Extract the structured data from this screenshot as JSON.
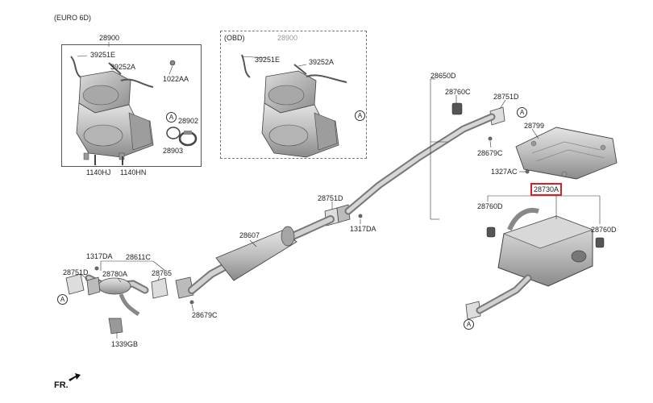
{
  "header": {
    "variant": "(EURO 6D)",
    "obd_tag": "(OBD)"
  },
  "footer": {
    "fr": "FR."
  },
  "ref_marker": "A",
  "labels": {
    "p28900": "28900",
    "p39251e_a": "39251E",
    "p39252a_a": "39252A",
    "p1022aa": "1022AA",
    "p28902": "28902",
    "p28903": "28903",
    "p1140hj": "1140HJ",
    "p1140hn": "1140HN",
    "p28900_obd": "28900",
    "p39251e_b": "39251E",
    "p39252a_b": "39252A",
    "p28650d": "28650D",
    "p28760c": "28760C",
    "p28751d_a": "28751D",
    "p28799": "28799",
    "p28679c_a": "28679C",
    "p1327ac": "1327AC",
    "p28730a": "28730A",
    "p28760d_a": "28760D",
    "p28760d_b": "28760D",
    "p28751d_b": "28751D",
    "p1317da_a": "1317DA",
    "p28607": "28607",
    "p1317da_b": "1317DA",
    "p28611c": "28611C",
    "p28751d_c": "28751D",
    "p28780a": "28780A",
    "p28765": "28765",
    "p28679c_b": "28679C",
    "p1339gb": "1339GB"
  },
  "colors": {
    "highlight": "#d81f26",
    "part_fill": "#c9c9c9",
    "part_shadow": "#8e8e8e",
    "line": "#333333"
  }
}
